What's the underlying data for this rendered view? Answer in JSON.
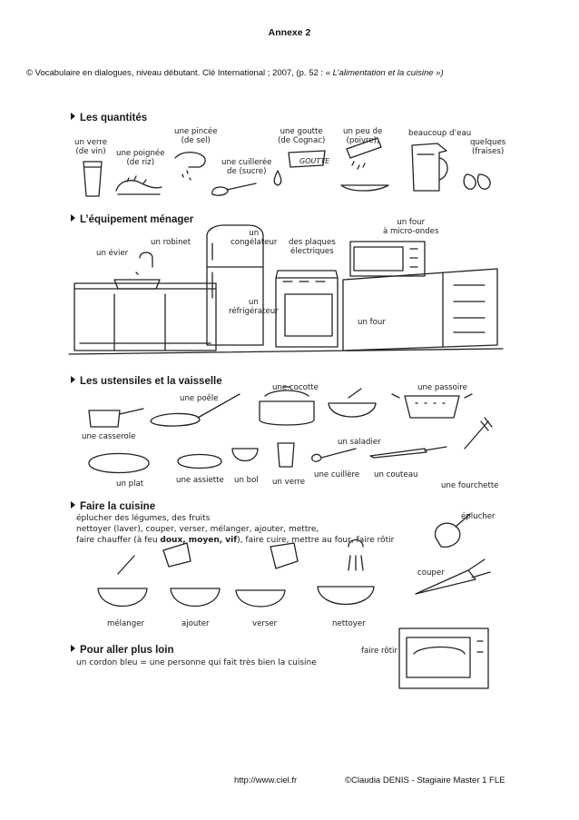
{
  "header": {
    "title": "Annexe 2",
    "citation_pre": "© Vocabulaire en dialogues, niveau débutant. Clé International ; 2007,  (p. 52 : ",
    "citation_em": "« L’alimentation et la cuisine »)"
  },
  "sections": {
    "quantites": {
      "heading": "Les quantités",
      "labels": [
        [
          "un verre",
          "(de vin)"
        ],
        [
          "une poignée",
          "(de riz)"
        ],
        [
          "une pincée",
          "(de sel)"
        ],
        [
          "une cuillerée",
          "de (sucre)"
        ],
        [
          "une goutte",
          "(de Cognac)"
        ],
        [
          "un peu de",
          "(poivre),"
        ],
        [
          "beaucoup d’eau"
        ],
        [
          "quelques",
          "(fraises)"
        ]
      ],
      "goutte_text": "GOUTTE"
    },
    "equipement": {
      "heading": "L’équipement ménager",
      "labels": [
        [
          "un évier"
        ],
        [
          "un robinet"
        ],
        [
          "un",
          "congélateur"
        ],
        [
          "des plaques",
          "électriques"
        ],
        [
          "un four",
          "à micro-ondes"
        ],
        [
          "un",
          "réfrigérateur"
        ],
        [
          "un four"
        ]
      ]
    },
    "ustensiles": {
      "heading": "Les ustensiles et la vaisselle",
      "labels": [
        [
          "une poêle"
        ],
        [
          "une cocotte"
        ],
        [
          "une passoire"
        ],
        [
          "une casserole"
        ],
        [
          "un saladier"
        ],
        [
          "un plat"
        ],
        [
          "une assiette"
        ],
        [
          "un bol"
        ],
        [
          "un verre"
        ],
        [
          "une cuillère"
        ],
        [
          "un couteau"
        ],
        [
          "une fourchette"
        ]
      ]
    },
    "cuisine": {
      "heading": "Faire la cuisine",
      "lines": [
        "éplucher des légumes, des fruits",
        "nettoyer (laver), couper, verser, mélanger, ajouter, mettre,"
      ],
      "line3_pre": "faire chauffer (à feu ",
      "line3_bold": "doux, moyen, vif",
      "line3_post": "), faire cuire, mettre au four, faire rôtir",
      "labels": [
        [
          "éplucher"
        ],
        [
          "couper"
        ],
        [
          "mélanger"
        ],
        [
          "ajouter"
        ],
        [
          "verser"
        ],
        [
          "nettoyer"
        ],
        [
          "faire rôtir"
        ]
      ]
    },
    "plus_loin": {
      "heading": "Pour aller plus loin",
      "line": "un cordon bleu = une personne qui fait très bien la cuisine"
    }
  },
  "footer": {
    "url": "http://www.ciel.fr",
    "credit": "©Claudia DENIS - Stagiaire Master 1 FLE"
  }
}
